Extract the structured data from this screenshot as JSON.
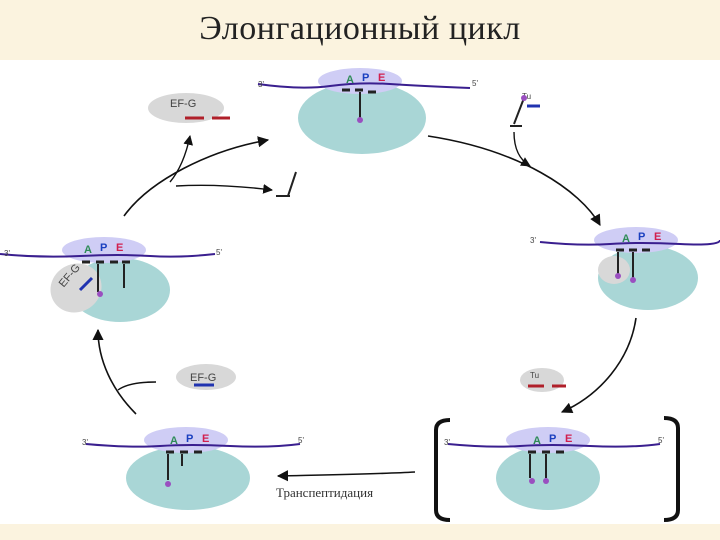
{
  "title": "Элонгационный цикл",
  "sites": {
    "a": "A",
    "p": "P",
    "e": "E"
  },
  "mrna_ends": {
    "five": "5'",
    "three": "3'"
  },
  "factors": {
    "efg_top": "EF-G",
    "tu_top": "Tu",
    "efg_left": "EF-G",
    "efg_mid": "EF-G",
    "tu_right": "Tu"
  },
  "caption": "Транспептидация",
  "colors": {
    "title_bar": "#fbf3df",
    "small_subunit": "#cfcdf5",
    "large_subunit": "#a9d6d6",
    "mrna": "#3a1f8f",
    "site_a": "#2e8b57",
    "site_p": "#1a3fbf",
    "site_e": "#d11f4e",
    "factor_grey": "#d8d8d8",
    "gtp_red": "#b0202a",
    "gtp_blue": "#2033b0",
    "amino": "#9a4fc0"
  }
}
